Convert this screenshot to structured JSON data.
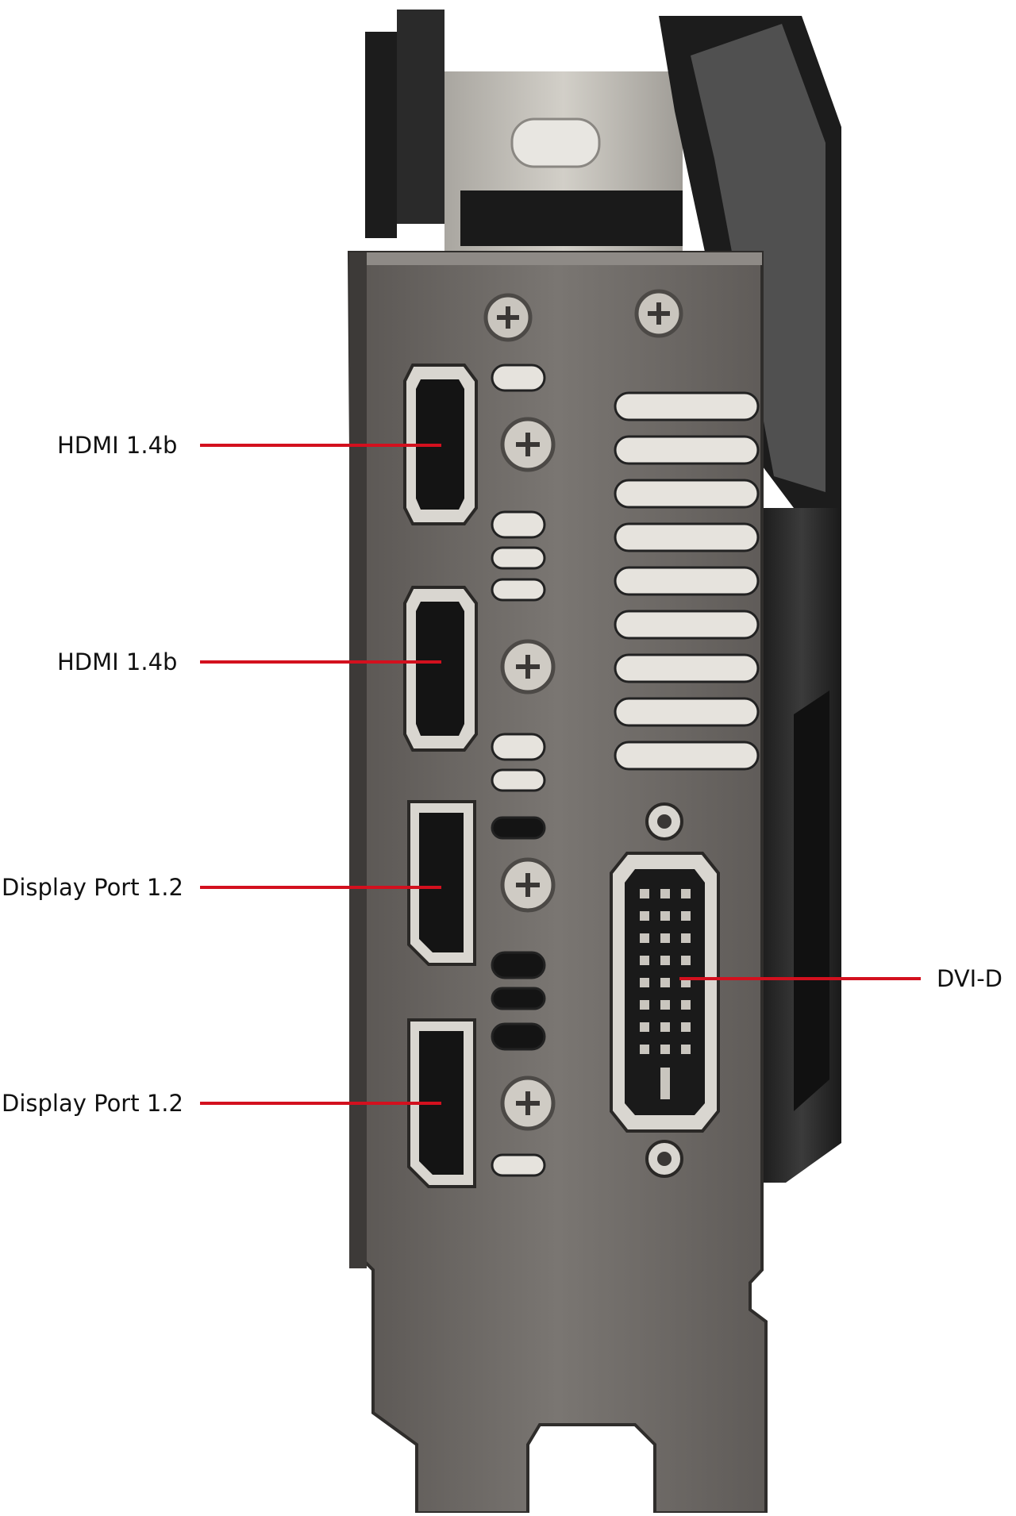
{
  "colors": {
    "background": "#ffffff",
    "leader_line": "#d3101e",
    "label_text": "#111111",
    "bracket_metal": "#6e6a66",
    "bracket_dark": "#3a3735",
    "connector_silver": "#d7d5d0",
    "port_opening": "#141414",
    "heatsink": "#bdbab3",
    "shroud": "#2b2b2b"
  },
  "callouts": [
    {
      "id": "hdmi-1",
      "label": "HDMI 1.4b",
      "side": "left",
      "connector": "hdmi"
    },
    {
      "id": "hdmi-2",
      "label": "HDMI 1.4b",
      "side": "left",
      "connector": "hdmi"
    },
    {
      "id": "dp-1",
      "label": "Display Port 1.2",
      "side": "left",
      "connector": "displayport"
    },
    {
      "id": "dp-2",
      "label": "Display Port 1.2",
      "side": "left",
      "connector": "displayport"
    },
    {
      "id": "dvi",
      "label": "DVI-D",
      "side": "right",
      "connector": "dvi"
    }
  ]
}
